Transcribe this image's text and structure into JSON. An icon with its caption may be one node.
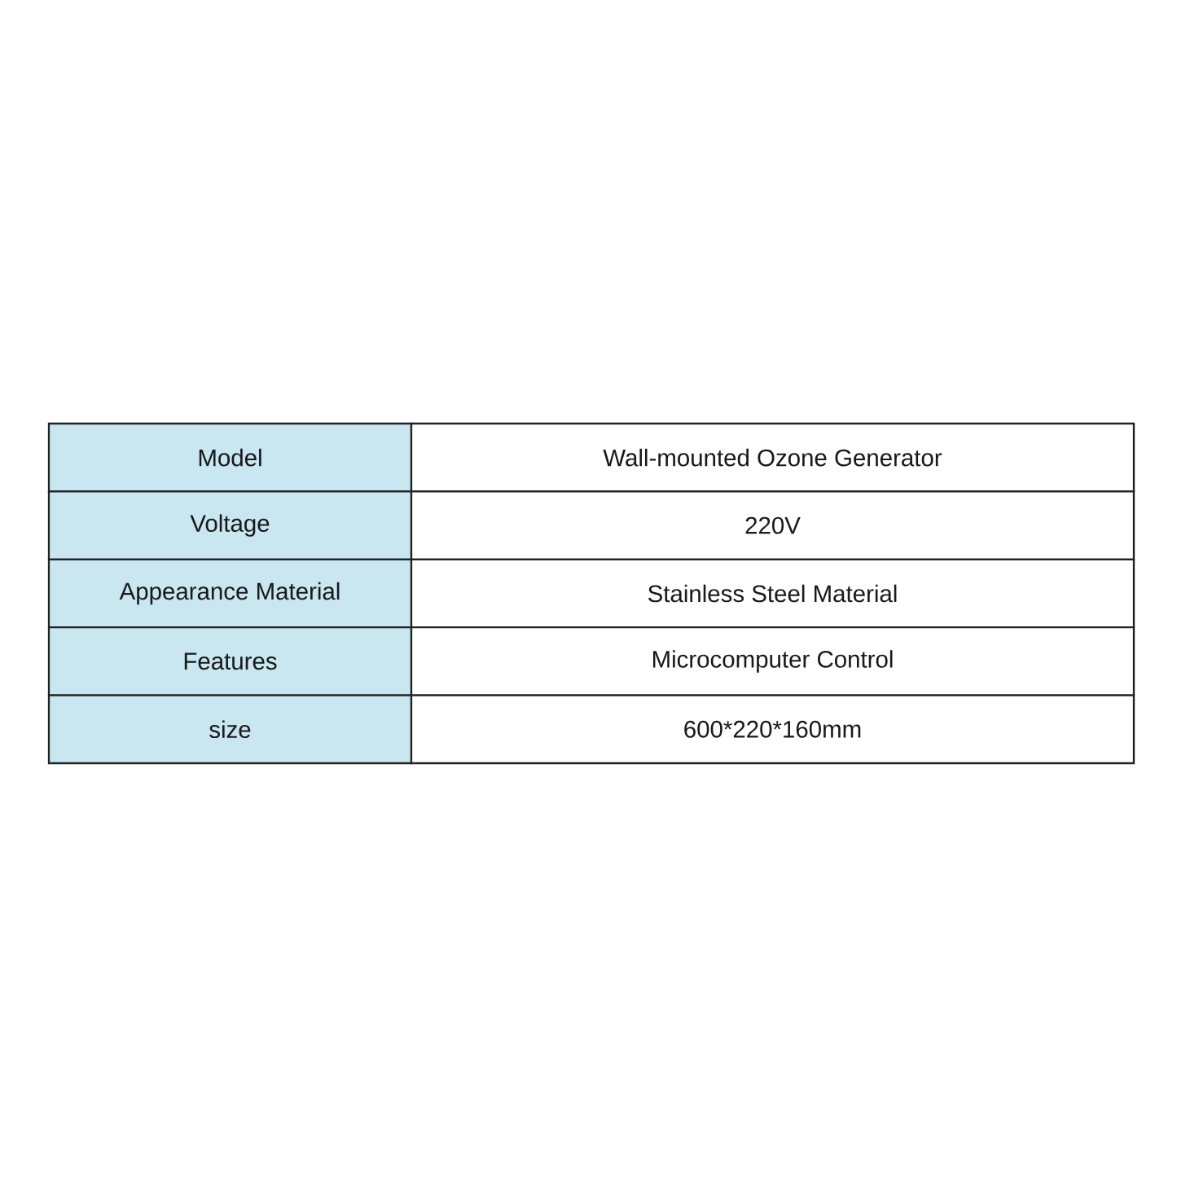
{
  "diagram": {
    "labels": [
      "Model",
      "Wall-mounted Ozone Generator",
      "Voltage",
      "220V",
      "Appearance Material",
      "Stainless Steel Material",
      "Features",
      "Microcomputer Control",
      "size",
      "600*220*160mm"
    ]
  }
}
